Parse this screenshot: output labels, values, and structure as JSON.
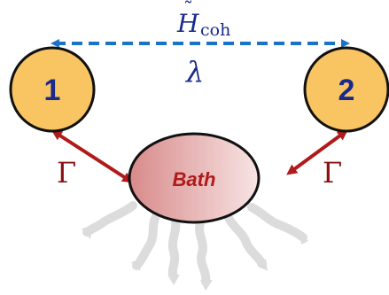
{
  "diagram": {
    "coherent_hamiltonian": {
      "symbol": "H",
      "accent": "˜",
      "subscript": "coh"
    },
    "coupling_label": "λ",
    "sites": [
      {
        "label": "1"
      },
      {
        "label": "2"
      }
    ],
    "bath_label": "Bath",
    "bath_coupling_labels": [
      "Γ",
      "Γ"
    ],
    "colors": {
      "site_fill": "#f9c462",
      "site_stroke": "#111111",
      "site_text": "#1a2a8c",
      "coherent_arrow": "#1a73c6",
      "hamiltonian_text": "#1a2a8c",
      "bath_arrow": "#b01a1a",
      "gamma_text": "#8a0f0f",
      "bath_fill_left": "#d88a8a",
      "bath_fill_right": "#f8e4e4",
      "bath_text": "#b01a1a",
      "heat_arrows": "#dcdcdc"
    }
  }
}
